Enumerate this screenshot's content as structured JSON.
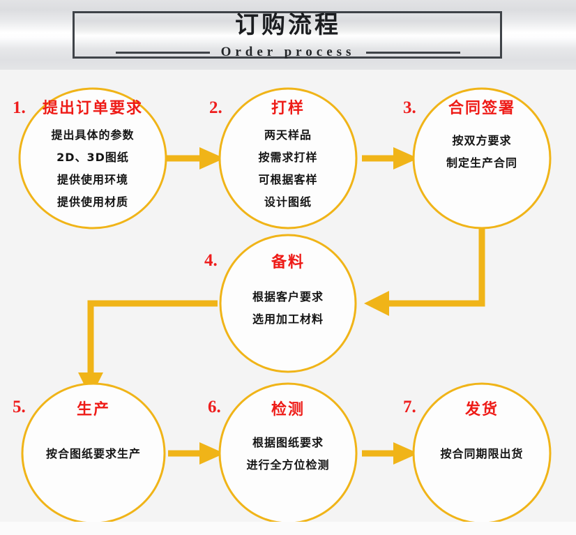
{
  "header": {
    "title_cn": "订购流程",
    "title_en": "Order process",
    "rule_left": "rule-left",
    "rule_right": "rule-right"
  },
  "colors": {
    "circle_stroke": "#F0B418",
    "arrow": "#F0B418",
    "node_title": "#EE1B17",
    "node_body": "#141414",
    "number": "#EE1D1D",
    "banner_border": "#3F4348",
    "background": "#F4F4F4"
  },
  "steps": [
    {
      "number": "1.",
      "title": "提出订单要求",
      "lines": [
        "提出具体的参数",
        "2D、3D图纸",
        "提供使用环境",
        "提供使用材质"
      ]
    },
    {
      "number": "2.",
      "title": "打样",
      "lines": [
        "两天样品",
        "按需求打样",
        "可根据客样",
        "设计图纸"
      ]
    },
    {
      "number": "3.",
      "title": "合同签署",
      "lines": [
        "按双方要求",
        "制定生产合同"
      ]
    },
    {
      "number": "4.",
      "title": "备料",
      "lines": [
        "根据客户要求",
        "选用加工材料"
      ]
    },
    {
      "number": "5.",
      "title": "生产",
      "lines": [
        "按合图纸要求生产"
      ]
    },
    {
      "number": "6.",
      "title": "检测",
      "lines": [
        "根据图纸要求",
        "进行全方位检测"
      ]
    },
    {
      "number": "7.",
      "title": "发货",
      "lines": [
        "按合同期限出货"
      ]
    }
  ],
  "connectors": [
    {
      "name": "arrow-step1-to-step2",
      "direction": "right"
    },
    {
      "name": "arrow-step2-to-step3",
      "direction": "right"
    },
    {
      "name": "arrow-step3-to-step4",
      "direction": "down-then-left"
    },
    {
      "name": "arrow-step4-to-step5",
      "direction": "left-then-down"
    },
    {
      "name": "arrow-step5-to-step6",
      "direction": "right"
    },
    {
      "name": "arrow-step6-to-step7",
      "direction": "right"
    }
  ]
}
